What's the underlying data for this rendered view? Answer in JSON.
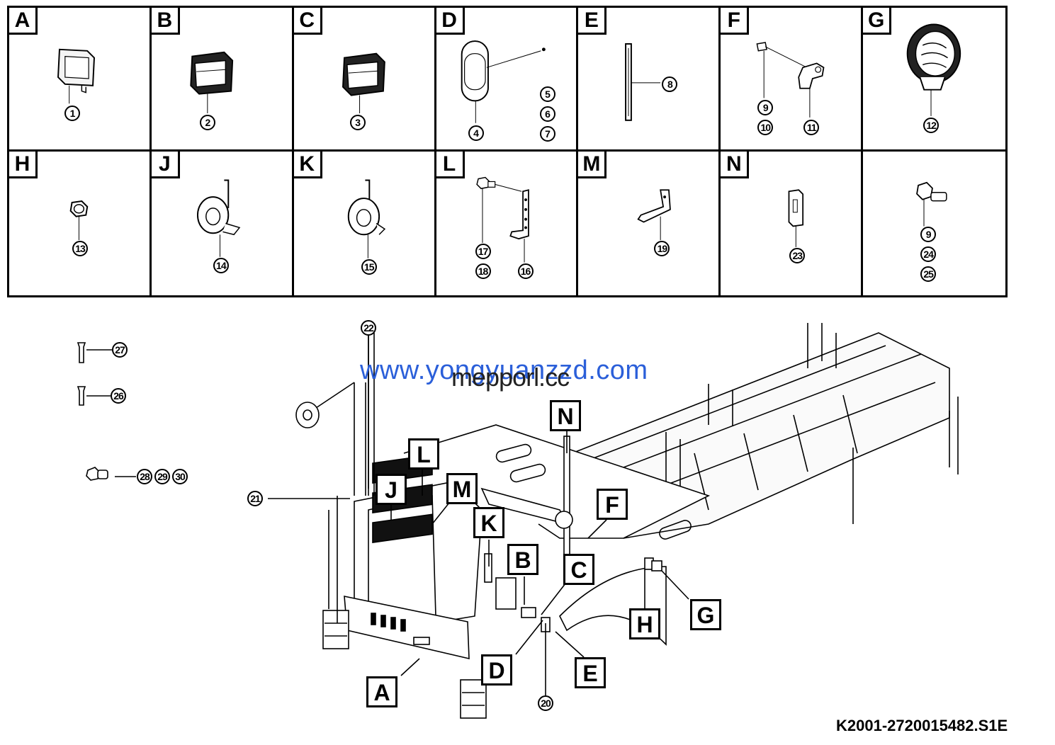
{
  "cells": [
    {
      "letter": "A",
      "callouts": [
        "1"
      ]
    },
    {
      "letter": "B",
      "callouts": [
        "2"
      ]
    },
    {
      "letter": "C",
      "callouts": [
        "3"
      ]
    },
    {
      "letter": "D",
      "callouts": [
        "4",
        "5",
        "6",
        "7"
      ]
    },
    {
      "letter": "E",
      "callouts": [
        "8"
      ]
    },
    {
      "letter": "F",
      "callouts": [
        "9",
        "10",
        "11"
      ]
    },
    {
      "letter": "G",
      "callouts": [
        "12"
      ]
    },
    {
      "letter": "H",
      "callouts": [
        "13"
      ]
    },
    {
      "letter": "J",
      "callouts": [
        "14"
      ]
    },
    {
      "letter": "K",
      "callouts": [
        "15"
      ]
    },
    {
      "letter": "L",
      "callouts": [
        "17",
        "18",
        "16"
      ]
    },
    {
      "letter": "M",
      "callouts": [
        "19"
      ]
    },
    {
      "letter": "N",
      "callouts": [
        "23"
      ]
    },
    {
      "letter": "",
      "callouts": [
        "9",
        "24",
        "25"
      ]
    }
  ],
  "side_parts": {
    "bolt_long": "27",
    "bolt_short": "26",
    "nut_group": [
      "28",
      "29",
      "30"
    ],
    "ladder_callout": "21",
    "mast_callout": "22",
    "center_callout": "20"
  },
  "machine_labels": {
    "A": "A",
    "B": "B",
    "C": "C",
    "D": "D",
    "E": "E",
    "F": "F",
    "G": "G",
    "H": "H",
    "J": "J",
    "K": "K",
    "L": "L",
    "M": "M",
    "N": "N"
  },
  "watermark_url": "www.yongyuanzzd.com",
  "watermark_brand": "mepporl.cc",
  "footer_code": "K2001-2720015482.S1E"
}
